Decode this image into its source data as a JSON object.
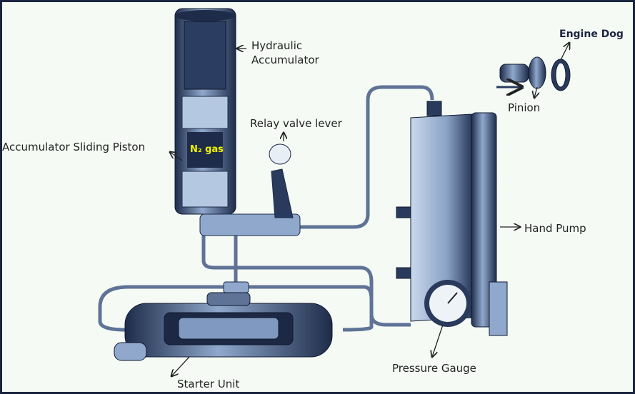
{
  "labels": {
    "hydraulic": "Hydraulic",
    "accumulator": "Accumulator",
    "relay_valve_lever": "Relay valve lever",
    "sliding_piston": "Accumulator Sliding Piston",
    "n2_gas": "N₂ gas",
    "engine_dog": "Engine Dog",
    "pinion": "Pinion",
    "hand_pump": "Hand Pump",
    "pressure_gauge": "Pressure Gauge",
    "starter_unit": "Starter Unit"
  },
  "colors": {
    "metal_dark": "#2a3a5c",
    "metal_light": "#9fb6d6",
    "frame": "#1b2540",
    "gas_text": "#f2f200"
  }
}
